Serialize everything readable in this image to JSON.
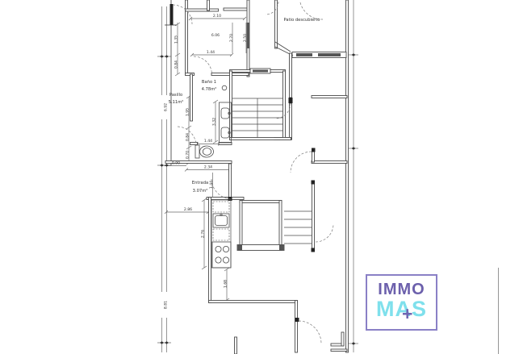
{
  "plan": {
    "rooms": {
      "patio": {
        "label": "Patio descubierto"
      },
      "pasillo": {
        "label": "Pasillo",
        "area": "5.11m²"
      },
      "bano": {
        "label": "Baño 1",
        "area": "4.78m²"
      },
      "entrada": {
        "label": "Entrada",
        "area": "3.07m²"
      }
    },
    "dimensions": {
      "top_width": "2.10",
      "room_area_606": "6.06",
      "v270": "2.70",
      "v250": "2.50",
      "door144_top": "1.44",
      "v135": "1.35",
      "v084_upper": "0.84",
      "v692": "6.92",
      "v195": "1.95",
      "v332": "3.32",
      "v084_lower": "0.84",
      "door144_bath": "1.44",
      "v070": "0.70",
      "h090": "0.90",
      "h234": "2.34",
      "entrada_v144": "1.44",
      "h286": "2.86",
      "v276": "2.76",
      "v168": "1.68",
      "v881": "8.81"
    },
    "fixtures": [
      "toilet",
      "double-sink-vanity",
      "kitchen-sink",
      "stove-4-burner",
      "staircase",
      "windows",
      "door-swings"
    ],
    "line_color": "#4a4a4a"
  },
  "logo": {
    "line1": "IMMO",
    "line2": "MAS",
    "plus": "+",
    "purple": "#6C60AC",
    "cyan": "#7FE0EC",
    "border": "#8A80C6"
  }
}
